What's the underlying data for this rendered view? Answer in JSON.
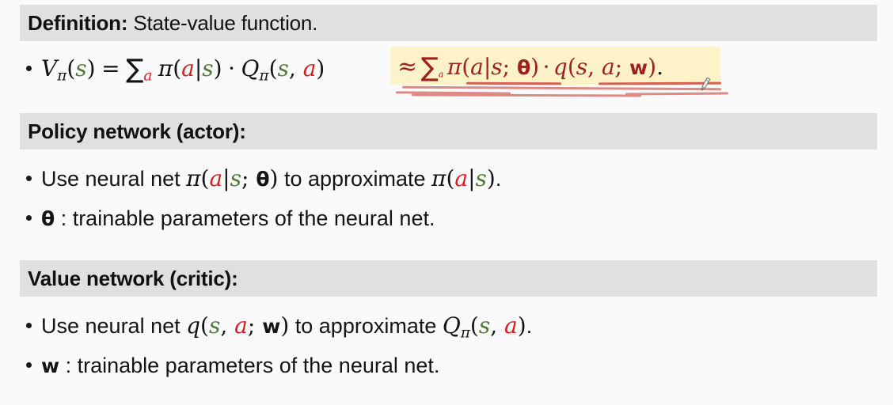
{
  "slide": {
    "background_color": "#fafafa",
    "band_color": "#e0e0e0",
    "highlight_color": "#fdf2c8",
    "accent_colors": {
      "state_green": "#4f7a3a",
      "action_red": "#d32020",
      "highlight_text_red": "#a02020",
      "underline_red": "#d4604f"
    }
  },
  "sections": {
    "definition": {
      "header_bold": "Definition:",
      "header_rest": " State-value function.",
      "formula": {
        "lhs_plain": "V_pi(s) = SUM_a pi(a|s) . Q_pi(s,a)",
        "rhs_plain": "~= SUM_a pi(a|s;theta) . q(s,a;w).",
        "V": "V",
        "V_sub": "π",
        "equals": "=",
        "sum": "∑",
        "sum_sub": "a",
        "pi": "π",
        "dot_operator": "·",
        "Q": "Q",
        "Q_sub": "π",
        "approx": "≈",
        "q": "q",
        "theta": "θ",
        "w": "w",
        "state_var": "s",
        "action_var": "a",
        "period": "."
      }
    },
    "policy_network": {
      "header_bold": "Policy network (actor):",
      "bullets": [
        {
          "prefix": "Use neural net ",
          "math_plain": "pi(a|s; theta)",
          "middle": " to approximate ",
          "math2_plain": "pi(a|s)",
          "suffix": "."
        },
        {
          "symbol": "θ",
          "text": " : trainable parameters of the neural net."
        }
      ]
    },
    "value_network": {
      "header_bold": "Value network (critic):",
      "bullets": [
        {
          "prefix": "Use neural net ",
          "math_plain": "q(s, a; w)",
          "middle": " to approximate ",
          "math2_plain": "Q_pi(s, a)",
          "suffix": "."
        },
        {
          "symbol": "w",
          "text": " : trainable parameters of the neural net."
        }
      ]
    }
  },
  "annotation": {
    "tool": "pen-cursor",
    "underline_count": 6
  }
}
